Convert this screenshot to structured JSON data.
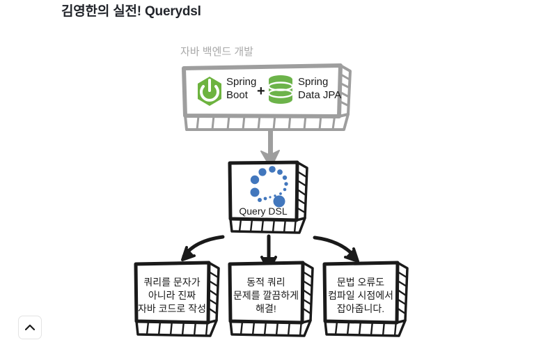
{
  "page": {
    "title": "김영한의 실전! Querydsl",
    "background_color": "#ffffff",
    "title_color": "#22252b"
  },
  "diagram": {
    "top_box": {
      "caption": "자바 백엔드 개발",
      "caption_color": "#a8a8a8",
      "border_color": "#9e9e9e",
      "items": [
        {
          "icon": "spring-boot-icon",
          "label_line1": "Spring",
          "label_line2": "Boot",
          "color": "#6db33f"
        },
        {
          "icon": "plus-icon",
          "label_line1": "+",
          "label_line2": "",
          "color": "#1a1a1a"
        },
        {
          "icon": "database-icon",
          "label_line1": "Spring",
          "label_line2": "Data JPA",
          "color": "#6cb34a"
        }
      ]
    },
    "arrow_down": {
      "name": "gray-down-arrow",
      "color": "#9e9e9e"
    },
    "center_box": {
      "label": "Query DSL",
      "icon": "querydsl-dots-icon",
      "icon_color": "#4277bd",
      "border_color": "#1a1a1a"
    },
    "fan_arrows": [
      {
        "name": "arrow-to-left-box",
        "color": "#1a1a1a"
      },
      {
        "name": "arrow-to-center-box",
        "color": "#1a1a1a"
      },
      {
        "name": "arrow-to-right-box",
        "color": "#1a1a1a"
      }
    ],
    "bottom_boxes": [
      {
        "name": "bottom-box-java-code",
        "lines": [
          "쿼리를 문자가",
          "아니라 진짜",
          "자바 코드로 작성"
        ]
      },
      {
        "name": "bottom-box-dynamic-query",
        "lines": [
          "동적 쿼리",
          "문제를 깔끔하게",
          "해결!"
        ]
      },
      {
        "name": "bottom-box-compile-error",
        "lines": [
          "문법 오류도",
          "컴파일 시점에서",
          "잡아줍니다."
        ]
      }
    ]
  },
  "controls": {
    "scroll_top": {
      "icon": "chevron-up-icon",
      "label": ""
    }
  }
}
